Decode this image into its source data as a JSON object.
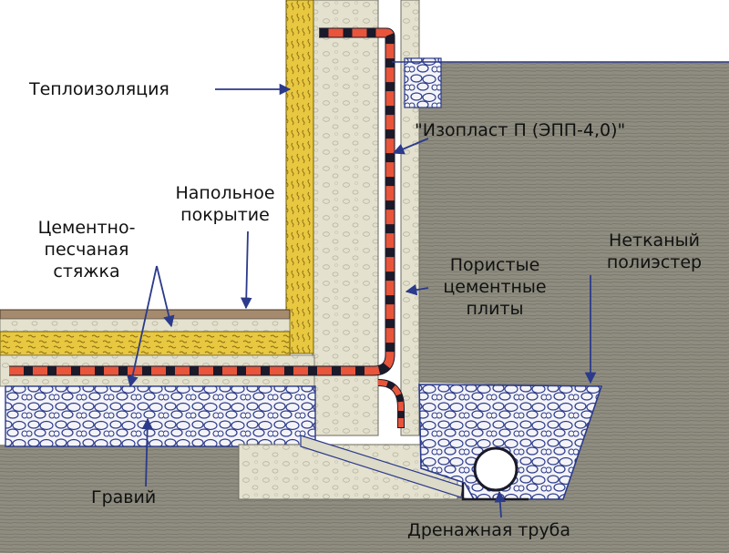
{
  "labels": {
    "insulation": "Теплоизоляция",
    "membrane": "\"Изопласт П (ЭПП-4,0)\"",
    "floor_covering": [
      "Напольное",
      "покрытие"
    ],
    "screed": [
      "Цементно-",
      "песчаная",
      "стяжка"
    ],
    "porous_plates": [
      "Пористые",
      "цементные",
      "плиты"
    ],
    "geotextile": [
      "Нетканый",
      "полиэстер"
    ],
    "gravel": "Гравий",
    "drain_pipe": "Дренажная труба"
  },
  "colors": {
    "soil": "#8f8d80",
    "concrete": "#e4e2cf",
    "insulation": "#e8c840",
    "membrane_red": "#e8553a",
    "membrane_black": "#1a1a2a",
    "gravel_outline": "#2b3a8a",
    "pointer_lines": "#2b3a8a",
    "floor_covering": "#a58a6e"
  },
  "icons": {
    "arrow": "arrowhead",
    "drain": "drain-pipe-circle"
  }
}
